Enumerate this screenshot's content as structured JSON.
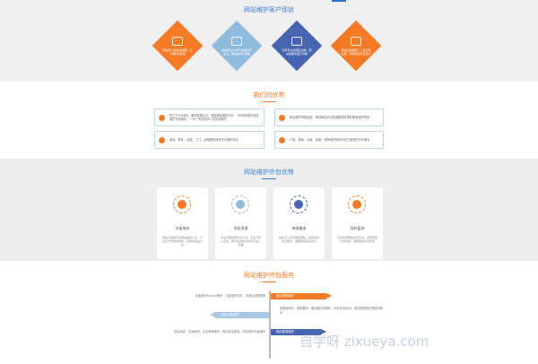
{
  "colors": {
    "orange": "#f47a25",
    "lightblue": "#8fbbdf",
    "navy": "#4764b0",
    "blue": "#3d7cd4",
    "bg": "#efefef"
  },
  "section1": {
    "title": "网站维护客户现状",
    "diamonds": [
      {
        "icon": "photo-icon",
        "text": "网站导入很常见的图，无人维护和修改"
      },
      {
        "icon": "page-icon",
        "text": "网站建设公司不具备维护能力，网站数据不更新"
      },
      {
        "icon": "edit-icon",
        "text": "没有专业的团队运维，网站数据处理不清晰"
      },
      {
        "icon": "lock-icon",
        "text": "网站出现故障了一直没有处理，导致网站无法访问"
      }
    ]
  },
  "section2": {
    "title": "我们的优势",
    "items": [
      {
        "icon": "shield-icon",
        "text": "成立于2008年，服务数据企业，覆盖网络服务行业，1年网络维护经验，维护专家团队，一对一专业技术人员高效维护"
      },
      {
        "icon": "plane-icon",
        "text": "网站维护常规运营，保持网站优化处理数据并按时更新维护内容"
      },
      {
        "icon": "target-icon",
        "text": "电话、邮件、远程、上门，全程服务网站专业维护支持"
      },
      {
        "icon": "doc-icon",
        "text": "门面、基础、中级、高级，多种维护网站优化方案提供专业服务"
      }
    ]
  },
  "section3": {
    "title": "网站维护外包优势",
    "cards": [
      {
        "icon": "wrench-icon",
        "title": "节省成本",
        "desc": "网站不需要专业网站维护人员，为企业节省维护成本，实现利益最大化"
      },
      {
        "icon": "gear-icon",
        "title": "优化资源",
        "desc": "企业无需招聘技术人员，专注于核心业务，将专业的事交给专业的人来做"
      },
      {
        "icon": "clock-icon",
        "title": "持续服务",
        "desc": "每天专人专员维护网站，提供持续专业服务，保障网站稳定运行"
      },
      {
        "icon": "calendar-icon",
        "title": "及时监测",
        "desc": "实时监测网站运行状态，发现问题及时处理，保障网站安全稳定"
      }
    ]
  },
  "section4": {
    "title": "网站维护外包服务",
    "tags": [
      {
        "label": "网站基础维护",
        "text": "页面维护Banner维护，内容维护发布，专题活动更新等"
      },
      {
        "label": "网站日常维护",
        "text": "数据库维护，数据备份，服务器日常维护，网站安全检测，网站漏洞修复等维护服务"
      },
      {
        "label": "网站数据维护",
        "text": "域名续费，空间续费，企业邮箱维护，网站信息更新，网站程序升级维护"
      }
    ]
  },
  "watermark": "自学呀 zixueya.com"
}
